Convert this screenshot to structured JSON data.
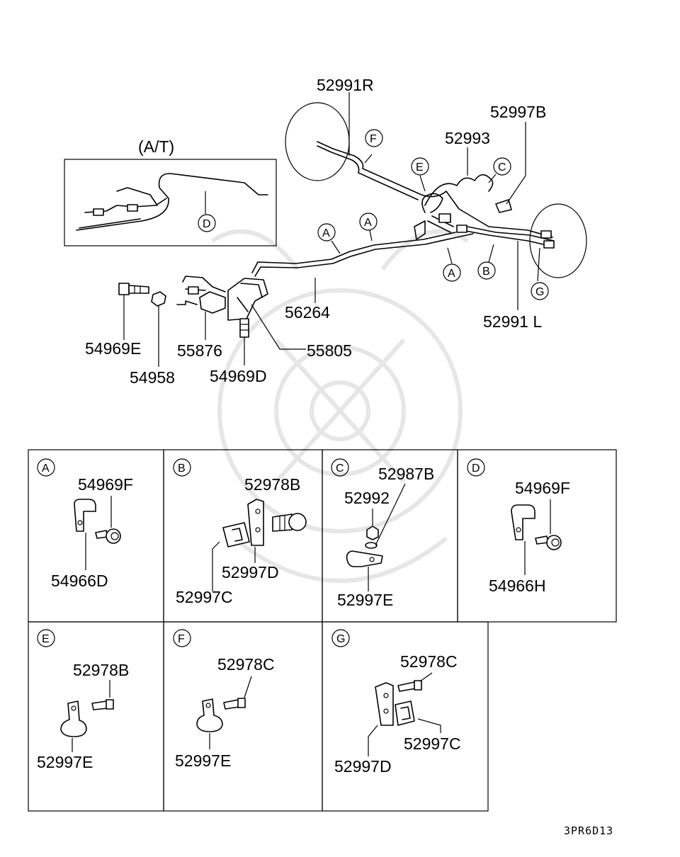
{
  "diagram": {
    "variant_label": "(A/T)",
    "footer_code": "3PR6D13",
    "main_labels": {
      "l52991R": "52991R",
      "l52997B": "52997B",
      "l52993": "52993",
      "l56264": "56264",
      "l52991L": "52991 L",
      "l54969E": "54969E",
      "l55876": "55876",
      "l55805": "55805",
      "l54958": "54958",
      "l54969D": "54969D"
    },
    "callouts": {
      "A": "A",
      "B": "B",
      "C": "C",
      "D": "D",
      "E": "E",
      "F": "F",
      "G": "G"
    },
    "detail_A": {
      "letter": "A",
      "l1": "54969F",
      "l2": "54966D"
    },
    "detail_B": {
      "letter": "B",
      "l1": "52978B",
      "l2": "52997D",
      "l3": "52997C"
    },
    "detail_C": {
      "letter": "C",
      "l1": "52987B",
      "l2": "52992",
      "l3": "52997E"
    },
    "detail_D": {
      "letter": "D",
      "l1": "54969F",
      "l2": "54966H"
    },
    "detail_E": {
      "letter": "E",
      "l1": "52978B",
      "l2": "52997E"
    },
    "detail_F": {
      "letter": "F",
      "l1": "52978C",
      "l2": "52997E"
    },
    "detail_G": {
      "letter": "G",
      "l1": "52978C",
      "l2": "52997C",
      "l3": "52997D"
    },
    "icons": [
      "watermark-emblem-icon"
    ]
  }
}
